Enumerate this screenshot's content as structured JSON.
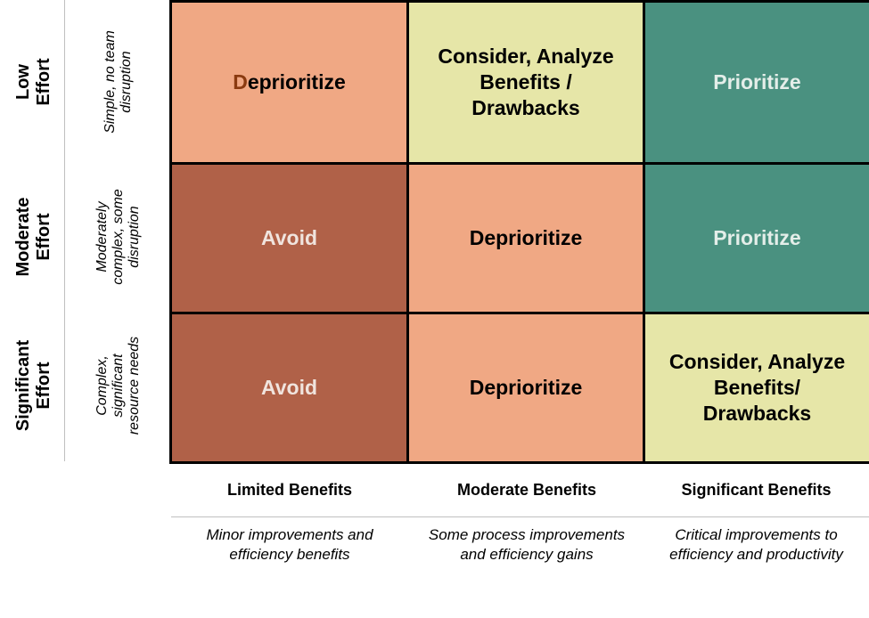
{
  "rows": [
    {
      "effort_lines": [
        "Low",
        "Effort"
      ],
      "desc_lines": [
        "Simple, no team",
        "disruption"
      ]
    },
    {
      "effort_lines": [
        "Moderate",
        "Effort"
      ],
      "desc_lines": [
        "Moderately",
        "complex, some",
        "disruption"
      ]
    },
    {
      "effort_lines": [
        "Significant",
        "Effort"
      ],
      "desc_lines": [
        "Complex,",
        "significant",
        "resource needs"
      ]
    }
  ],
  "columns": [
    {
      "title": "Limited Benefits",
      "desc_lines": [
        "Minor improvements and",
        "efficiency benefits"
      ]
    },
    {
      "title": "Moderate Benefits",
      "desc_lines": [
        "Some process improvements",
        "and efficiency gains"
      ]
    },
    {
      "title": "Significant Benefits",
      "desc_lines": [
        "Critical improvements to",
        "efficiency and productivity"
      ]
    }
  ],
  "cells": [
    [
      {
        "lines": [
          "Deprioritize"
        ],
        "color": "#f0a884"
      },
      {
        "lines": [
          "Consider, Analyze",
          "Benefits /",
          "Drawbacks"
        ],
        "color": "#e6e6a8"
      },
      {
        "lines": [
          "Prioritize"
        ],
        "color": "#4a9180"
      }
    ],
    [
      {
        "lines": [
          "Avoid"
        ],
        "color": "#b06148"
      },
      {
        "lines": [
          "Deprioritize"
        ],
        "color": "#f0a884"
      },
      {
        "lines": [
          "Prioritize"
        ],
        "color": "#4a9180"
      }
    ],
    [
      {
        "lines": [
          "Avoid"
        ],
        "color": "#b06148"
      },
      {
        "lines": [
          "Deprioritize"
        ],
        "color": "#f0a884"
      },
      {
        "lines": [
          "Consider, Analyze",
          "Benefits/",
          "Drawbacks"
        ],
        "color": "#e6e6a8"
      }
    ]
  ]
}
